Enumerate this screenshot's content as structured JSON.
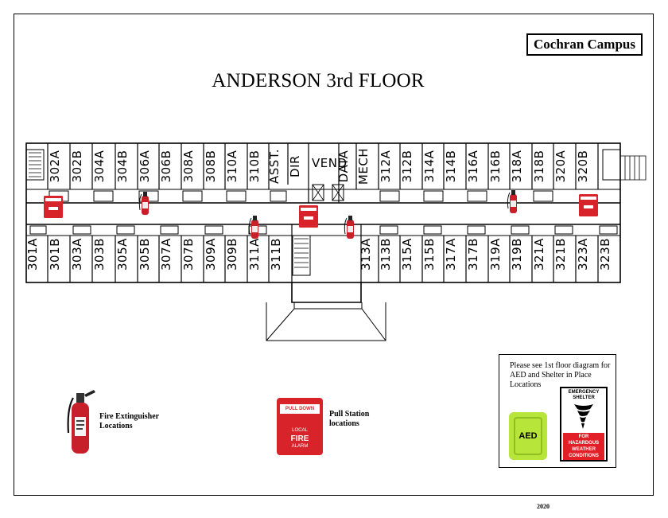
{
  "campus_label": "Cochran Campus",
  "title": "ANDERSON 3rd FLOOR",
  "rooms_top": [
    "302A",
    "302B",
    "304A",
    "304B",
    "306A",
    "306B",
    "308A",
    "308B",
    "310A",
    "310B",
    "ASST.",
    "DIR",
    "VEND",
    "DATA",
    "MECH",
    "312A",
    "312B",
    "314A",
    "314B",
    "316A",
    "316B",
    "318A",
    "318B",
    "320A",
    "320B"
  ],
  "rooms_bottom": [
    "301A",
    "301B",
    "303A",
    "303B",
    "305A",
    "305B",
    "307A",
    "307B",
    "309A",
    "309B",
    "311A",
    "311B",
    "313A",
    "313B",
    "315A",
    "315B",
    "317A",
    "317B",
    "319A",
    "319B",
    "321A",
    "321B",
    "323A",
    "323B"
  ],
  "pull_station": {
    "top": "PULL DOWN",
    "middle_1": "LOCAL",
    "middle_2": "FIRE",
    "bottom": "ALARM",
    "color": "#d8232a"
  },
  "extinguisher_color": "#c8202a",
  "legend": {
    "extinguisher": "Fire Extinguisher Locations",
    "pull_station": "Pull Station locations"
  },
  "info": {
    "note": "Please see 1st floor diagram for AED and Shelter in Place Locations",
    "aed_label": "AED",
    "aed_color": "#b7e53a",
    "shelter_header_1": "EMERGENCY",
    "shelter_header_2": "SHELTER",
    "shelter_footer_1": "FOR",
    "shelter_footer_2": "HAZARDOUS",
    "shelter_footer_3": "WEATHER",
    "shelter_footer_4": "CONDITIONS",
    "shelter_color": "#e21f26"
  },
  "year": "2020"
}
